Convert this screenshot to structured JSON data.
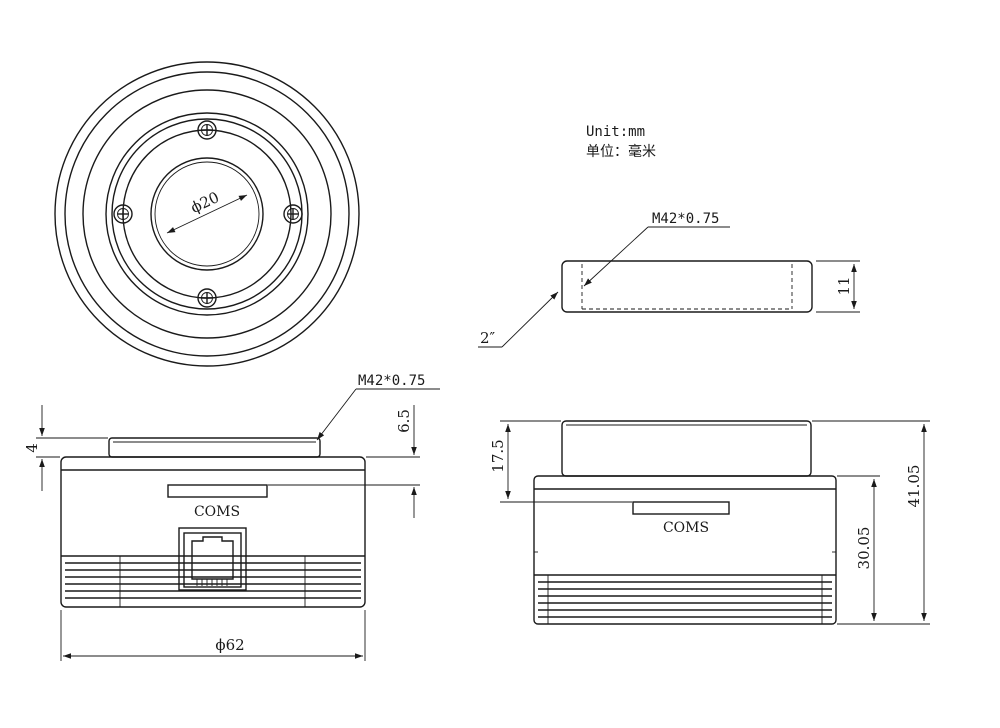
{
  "notes": {
    "unit_en": "Unit:mm",
    "unit_cn": "单位：毫米"
  },
  "top_view": {
    "bore_dimension": "ϕ20"
  },
  "adapter_view": {
    "thread_callout": "M42*0.75",
    "size_callout": "2″",
    "height_dimension": "11"
  },
  "front_view": {
    "thread_callout": "M42*0.75",
    "sensor_label": "COMS",
    "flange_height": "4",
    "thread_depth": "6.5",
    "diameter": "ϕ62"
  },
  "side_view": {
    "sensor_label": "COMS",
    "thread_height": "17.5",
    "body_height": "30.05",
    "total_height": "41.05"
  }
}
